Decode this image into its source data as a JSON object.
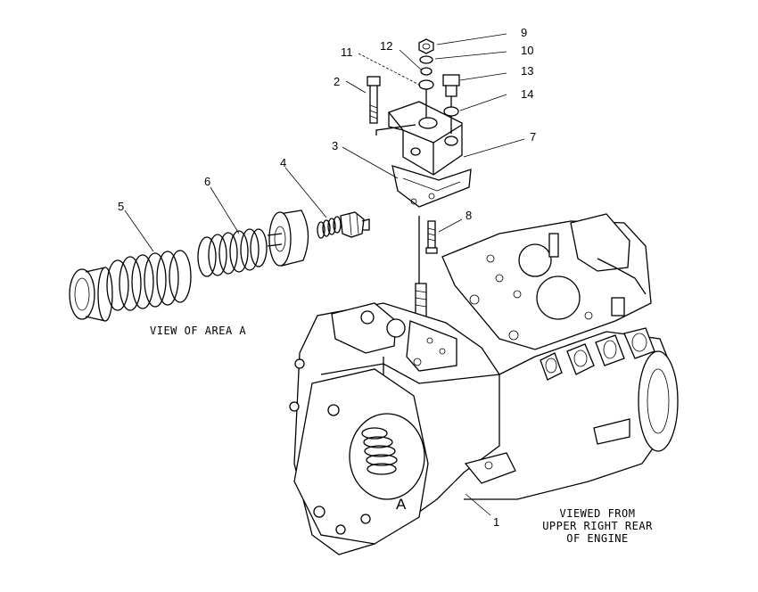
{
  "callouts": {
    "c1": "1",
    "c2": "2",
    "c3": "3",
    "c4": "4",
    "c5": "5",
    "c6": "6",
    "c7": "7",
    "c8": "8",
    "c9": "9",
    "c10": "10",
    "c11": "11",
    "c12": "12",
    "c13": "13",
    "c14": "14"
  },
  "area_letter": "A",
  "captions": {
    "view_of_area": "VIEW OF AREA A",
    "viewed_from_1": "VIEWED FROM",
    "viewed_from_2": "UPPER RIGHT REAR",
    "viewed_from_3": "OF ENGINE"
  },
  "colors": {
    "ink": "#000000",
    "paper": "#ffffff"
  }
}
